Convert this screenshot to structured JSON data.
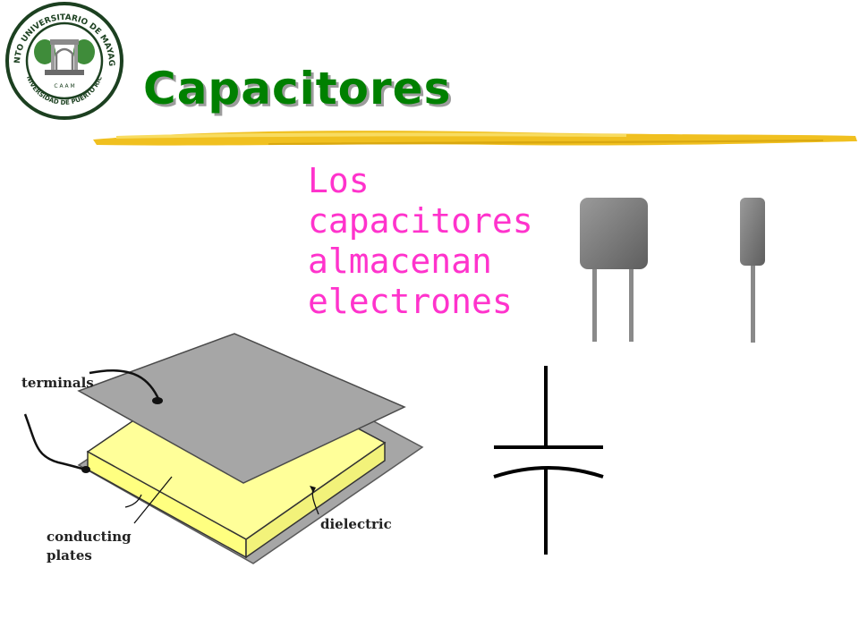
{
  "slide": {
    "title": "Capacitores",
    "bullet": [
      "Los",
      "capacitores",
      "almacenan",
      "electrones"
    ]
  },
  "logo": {
    "icon": "university-seal-icon",
    "seal_text_top": "RECINTO UNIVERSITARIO DE MAYAGÜEZ",
    "seal_text_bottom": "UNIVERSIDAD DE PUERTO RICO",
    "seal_text_center": "C A A M"
  },
  "diagram": {
    "labels": {
      "terminals": "terminals",
      "conducting": "conducting",
      "plates": "plates",
      "dielectric": "dielectric"
    }
  },
  "colors": {
    "title": "#008000",
    "bullet_text": "#ff33cc",
    "underline": "#f0c020",
    "plate": "#a6a6a6",
    "dielectric": "#ffff99"
  }
}
